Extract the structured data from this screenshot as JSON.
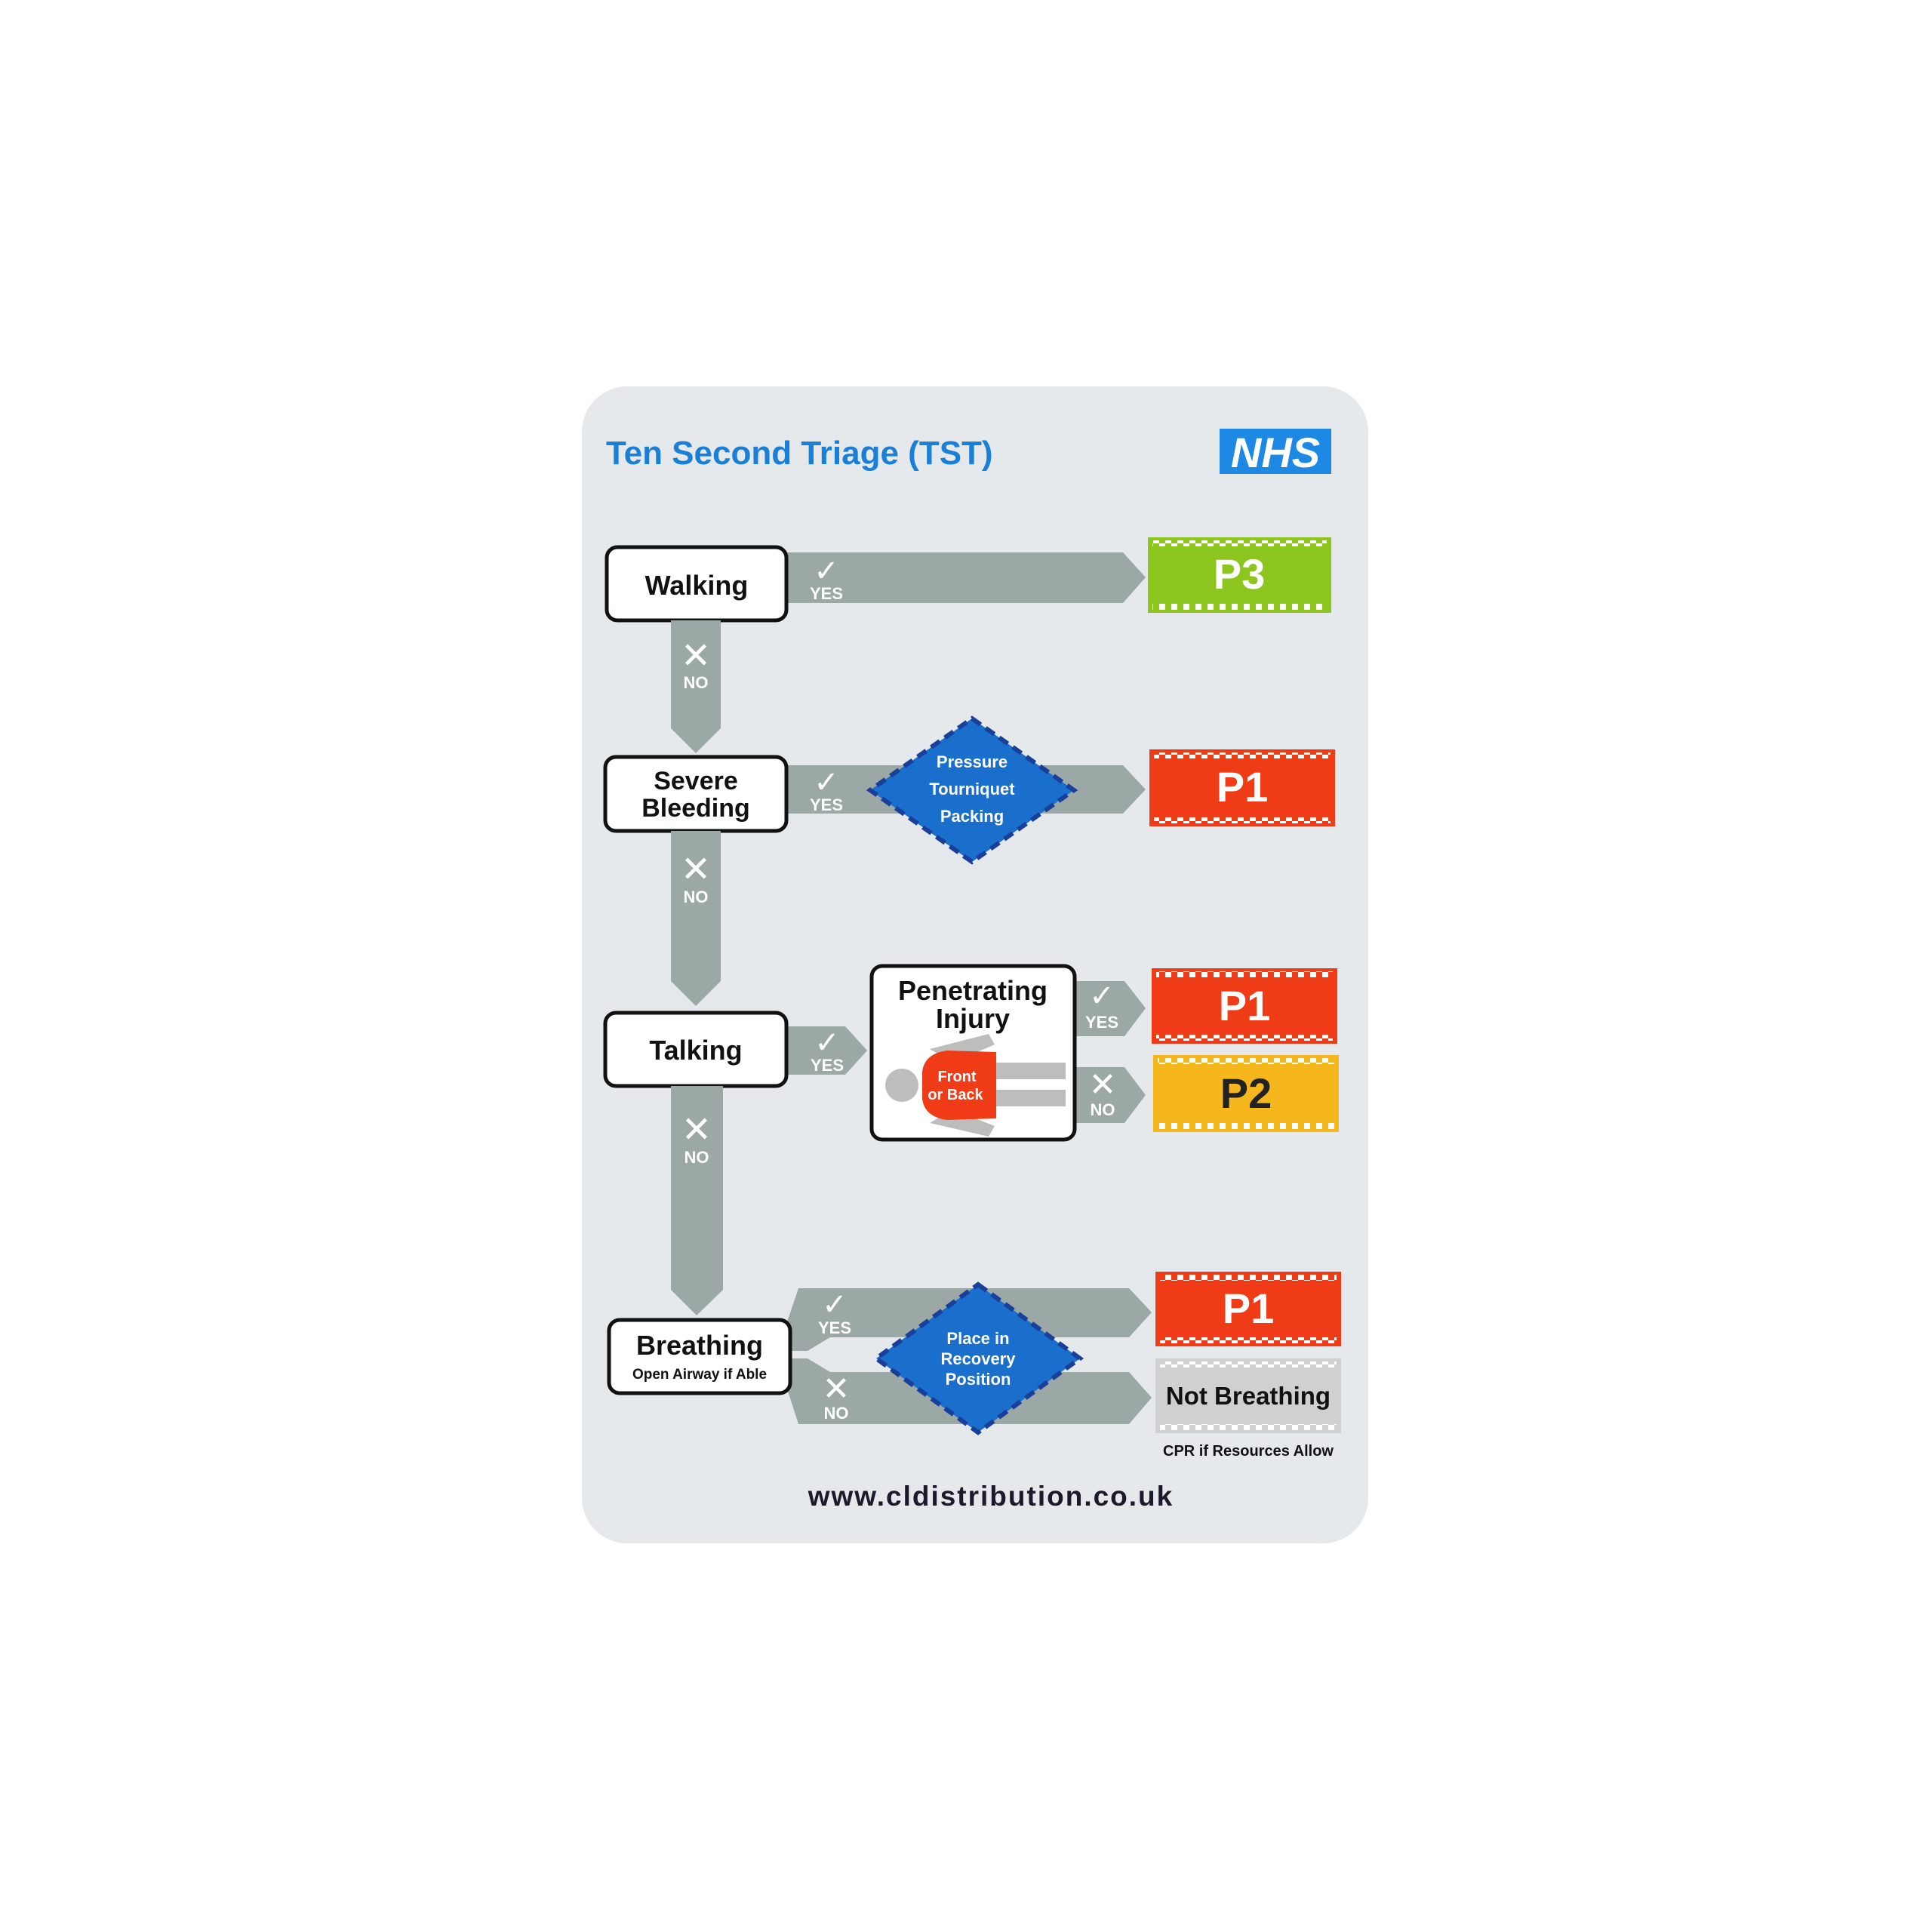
{
  "card": {
    "title": "Ten Second Triage (TST)",
    "logo_text": "NHS",
    "website": "www.cldistribution.co.uk"
  },
  "labels": {
    "yes": "YES",
    "no": "NO"
  },
  "questions": {
    "walking": "Walking",
    "severe_bleeding_line1": "Severe",
    "severe_bleeding_line2": "Bleeding",
    "talking": "Talking",
    "penetrating_line1": "Penetrating",
    "penetrating_line2": "Injury",
    "front_back_line1": "Front",
    "front_back_line2": "or Back",
    "breathing": "Breathing",
    "breathing_sub": "Open Airway if Able"
  },
  "actions": {
    "bleeding_line1": "Pressure",
    "bleeding_line2": "Tourniquet",
    "bleeding_line3": "Packing",
    "recovery_line1": "Place in",
    "recovery_line2": "Recovery",
    "recovery_line3": "Position"
  },
  "outcomes": {
    "walking": "P3",
    "bleeding": "P1",
    "penetrating_yes": "P1",
    "penetrating_no": "P2",
    "breathing_yes": "P1",
    "breathing_no": "Not Breathing",
    "breathing_no_note": "CPR if Resources Allow"
  },
  "colors": {
    "card": "#e6e9ec",
    "title_blue": "#1a7fd6",
    "nhs_blue": "#1e88e5",
    "arrow": "#9ba8a5",
    "diamond": "#1a6fcc",
    "p3": "#8cc51d",
    "p1": "#ef3b16",
    "p2": "#f5b71c",
    "not_breathing": "#cfd1d0"
  }
}
